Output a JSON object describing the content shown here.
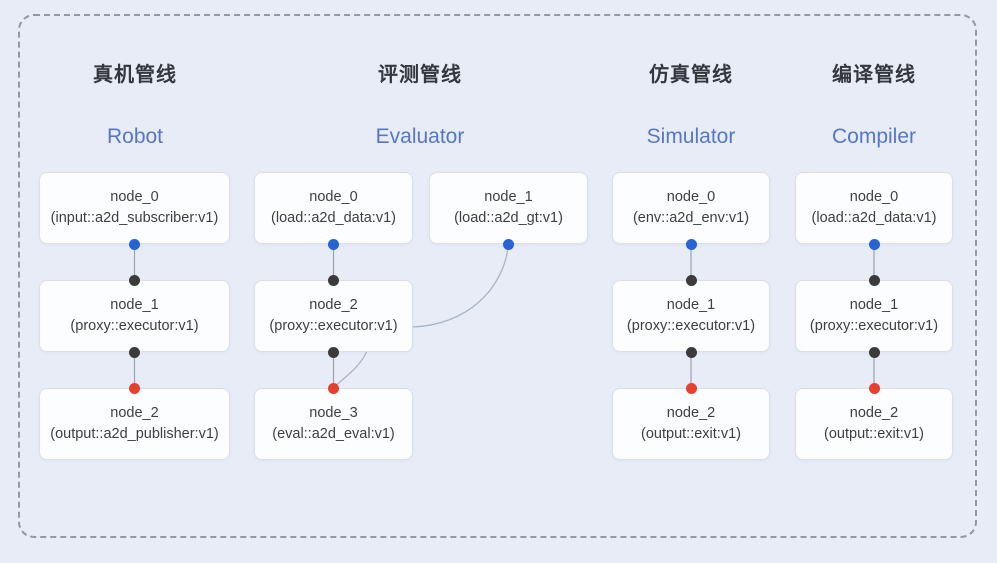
{
  "diagram": {
    "pipelines": [
      {
        "title_zh": "真机管线",
        "title_en": "Robot",
        "nodes": [
          {
            "name": "node_0",
            "impl": "(input::a2d_subscriber:v1)"
          },
          {
            "name": "node_1",
            "impl": "(proxy::executor:v1)"
          },
          {
            "name": "node_2",
            "impl": "(output::a2d_publisher:v1)"
          }
        ]
      },
      {
        "title_zh": "评测管线",
        "title_en": "Evaluator",
        "nodes": [
          {
            "name": "node_0",
            "impl": "(load::a2d_data:v1)"
          },
          {
            "name": "node_1",
            "impl": "(load::a2d_gt:v1)"
          },
          {
            "name": "node_2",
            "impl": "(proxy::executor:v1)"
          },
          {
            "name": "node_3",
            "impl": "(eval::a2d_eval:v1)"
          }
        ]
      },
      {
        "title_zh": "仿真管线",
        "title_en": "Simulator",
        "nodes": [
          {
            "name": "node_0",
            "impl": "(env::a2d_env:v1)"
          },
          {
            "name": "node_1",
            "impl": "(proxy::executor:v1)"
          },
          {
            "name": "node_2",
            "impl": "(output::exit:v1)"
          }
        ]
      },
      {
        "title_zh": "编译管线",
        "title_en": "Compiler",
        "nodes": [
          {
            "name": "node_0",
            "impl": "(load::a2d_data:v1)"
          },
          {
            "name": "node_1",
            "impl": "(proxy::executor:v1)"
          },
          {
            "name": "node_2",
            "impl": "(output::exit:v1)"
          }
        ]
      }
    ],
    "colors": {
      "background": "#e8ecf7",
      "box_background": "#fcfdff",
      "box_border": "#dcdfe8",
      "dashed_border": "#9298a4",
      "title_zh": "#34373e",
      "title_en": "#5677c8",
      "port_blue": "#2763d2",
      "port_dark": "#3b3b3b",
      "port_red": "#e6402f",
      "edge_line": "#a3aec4"
    }
  }
}
